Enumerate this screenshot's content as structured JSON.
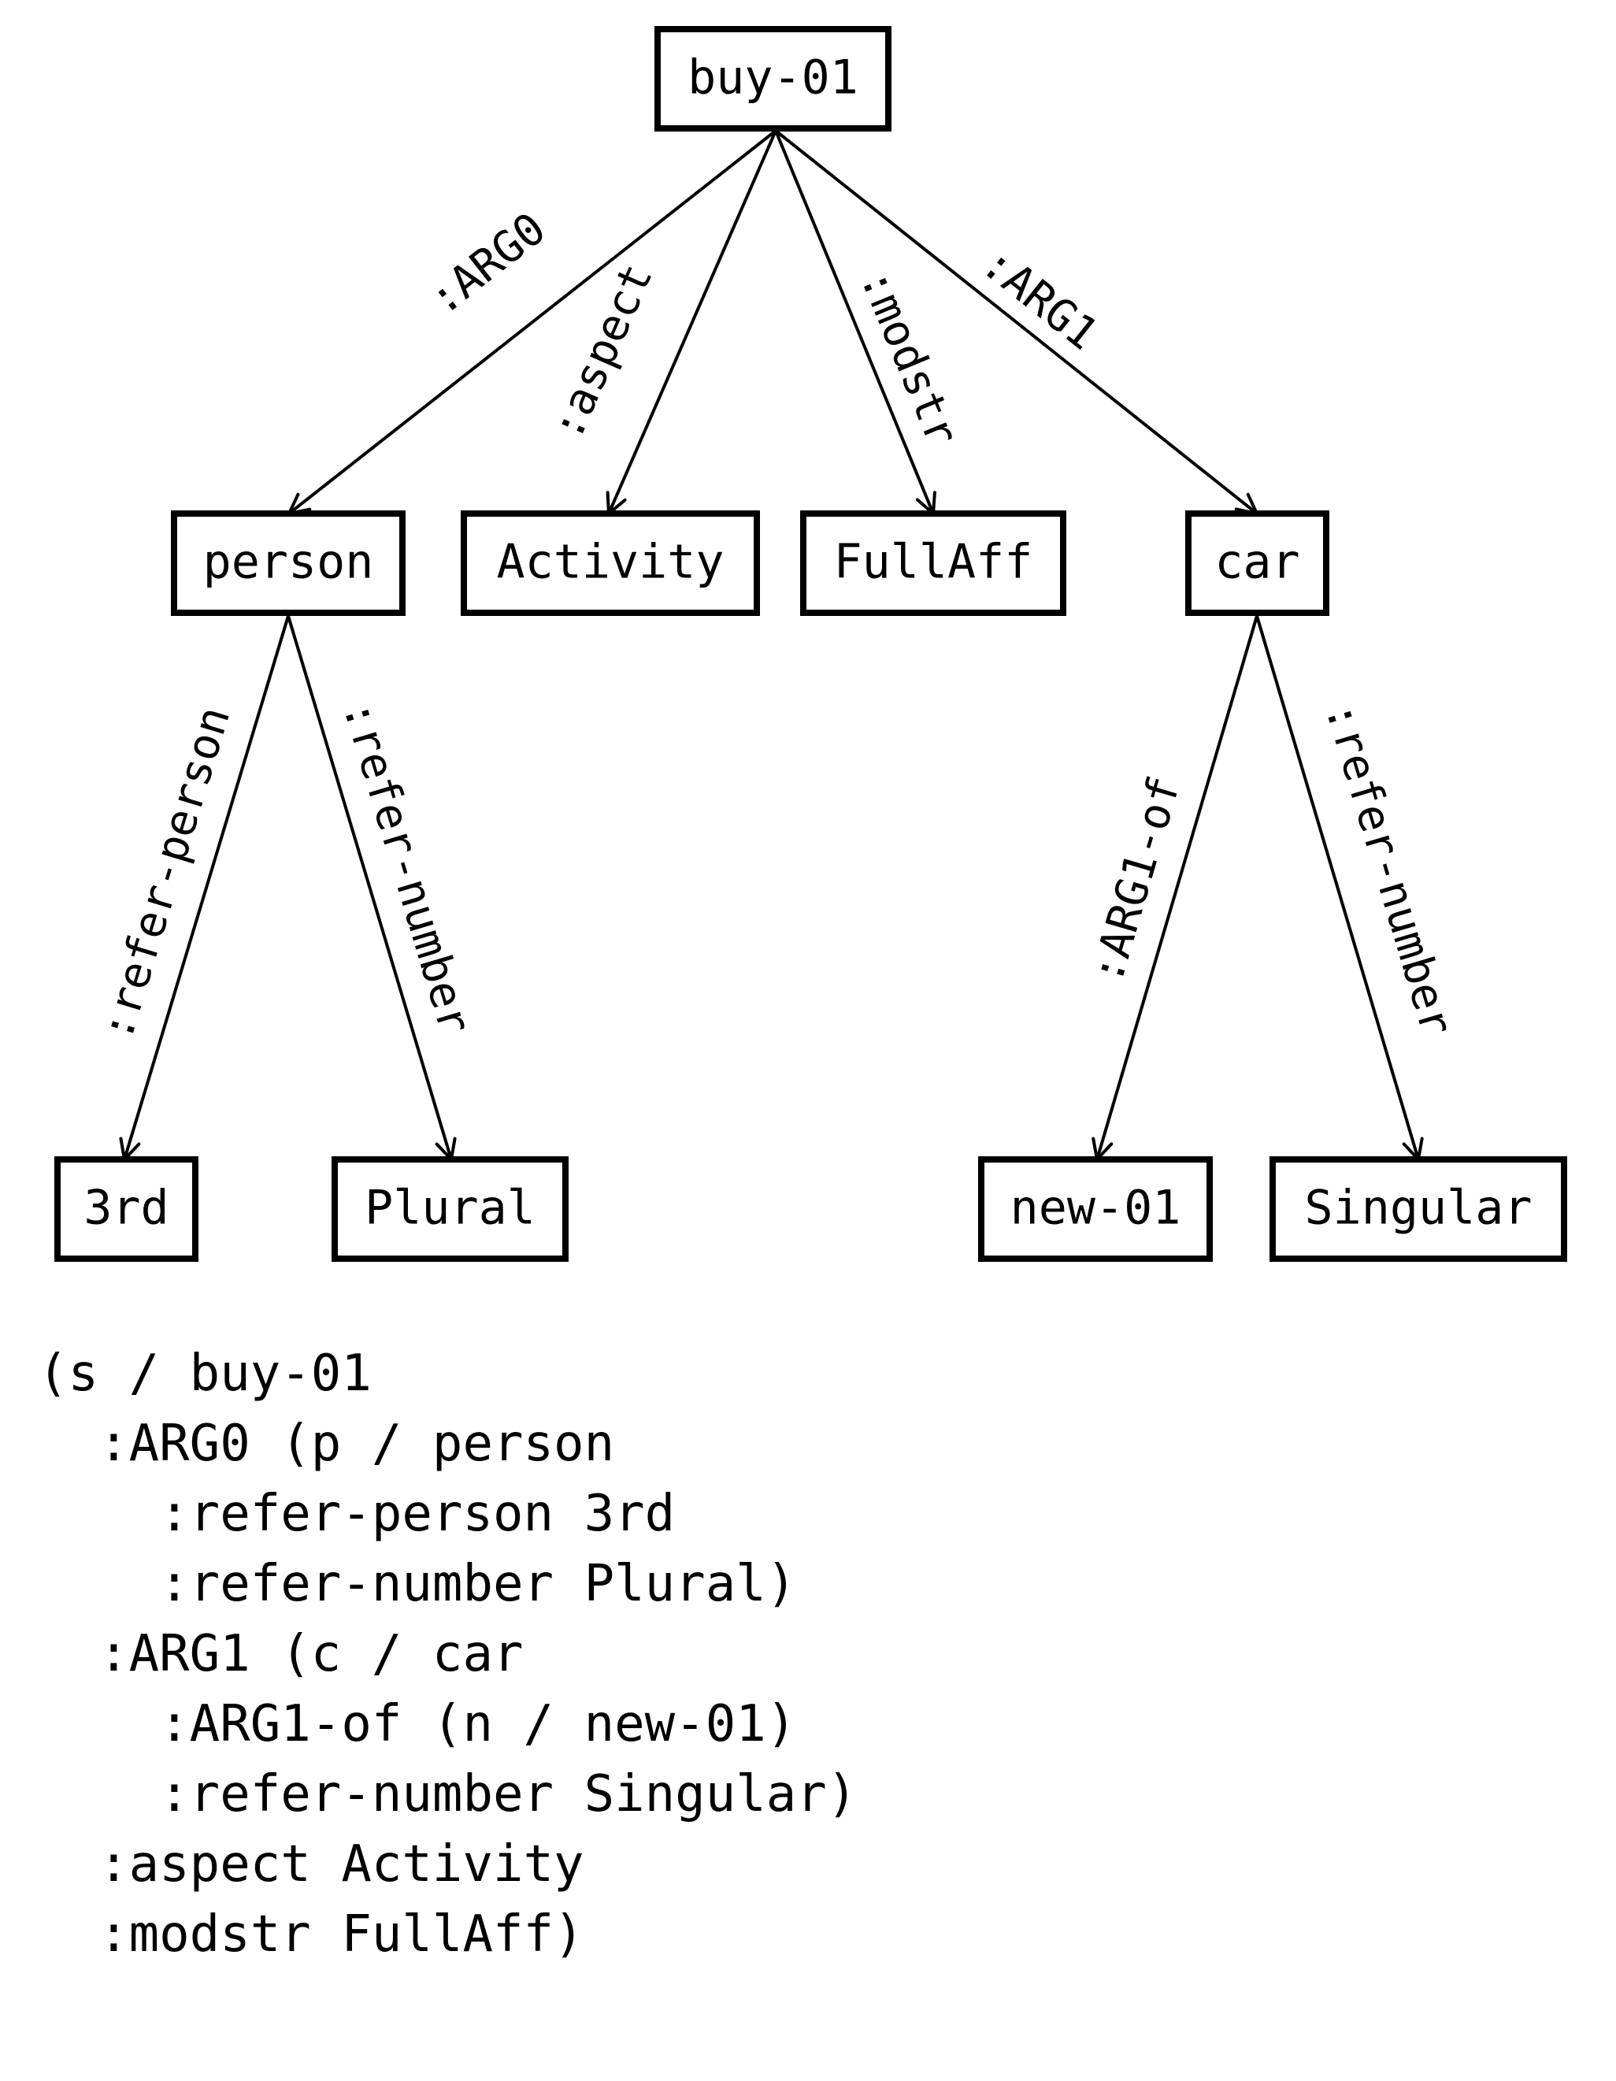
{
  "graph": {
    "nodes": [
      {
        "id": "buy",
        "label": "buy-01"
      },
      {
        "id": "person",
        "label": "person"
      },
      {
        "id": "activity",
        "label": "Activity"
      },
      {
        "id": "fullaff",
        "label": "FullAff"
      },
      {
        "id": "car",
        "label": "car"
      },
      {
        "id": "third",
        "label": "3rd"
      },
      {
        "id": "plural",
        "label": "Plural"
      },
      {
        "id": "new",
        "label": "new-01"
      },
      {
        "id": "singular",
        "label": "Singular"
      }
    ],
    "edges": [
      {
        "from": "buy",
        "to": "person",
        "label": ":ARG0"
      },
      {
        "from": "buy",
        "to": "activity",
        "label": ":aspect"
      },
      {
        "from": "buy",
        "to": "fullaff",
        "label": ":modstr"
      },
      {
        "from": "buy",
        "to": "car",
        "label": ":ARG1"
      },
      {
        "from": "person",
        "to": "third",
        "label": ":refer-person"
      },
      {
        "from": "person",
        "to": "plural",
        "label": ":refer-number"
      },
      {
        "from": "car",
        "to": "new",
        "label": ":ARG1-of"
      },
      {
        "from": "car",
        "to": "singular",
        "label": ":refer-number"
      }
    ]
  },
  "penman": {
    "lines": [
      "(s / buy-01",
      "  :ARG0 (p / person",
      "    :refer-person 3rd",
      "    :refer-number Plural)",
      "  :ARG1 (c / car",
      "    :ARG1-of (n / new-01)",
      "    :refer-number Singular)",
      "  :aspect Activity",
      "  :modstr FullAff)"
    ]
  }
}
